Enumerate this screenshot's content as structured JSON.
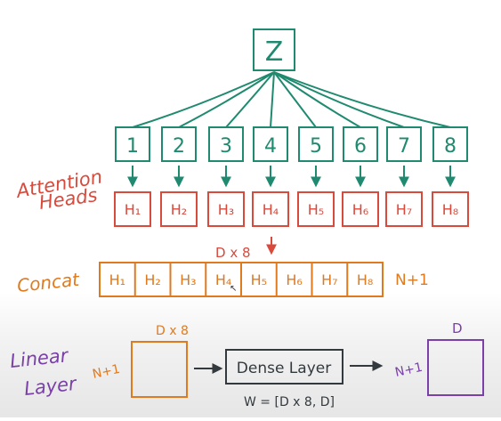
{
  "root": {
    "label": "Z"
  },
  "heads": [
    "1",
    "2",
    "3",
    "4",
    "5",
    "6",
    "7",
    "8"
  ],
  "head_outputs": [
    "H₁",
    "H₂",
    "H₃",
    "H₄",
    "H₅",
    "H₆",
    "H₇",
    "H₈"
  ],
  "labels": {
    "attention_heads_line1": "Attention",
    "attention_heads_line2": "Heads",
    "concat": "Concat",
    "linear_line1": "Linear",
    "linear_line2": "Layer"
  },
  "concat": {
    "shape_top": "D x 8",
    "side": "N+1",
    "cells": [
      "H₁",
      "H₂",
      "H₃",
      "H₄",
      "H₅",
      "H₆",
      "H₇",
      "H₈"
    ]
  },
  "linear": {
    "input_top": "D x 8",
    "input_side": "N+1",
    "dense_label": "Dense Layer",
    "weight_label": "W = [D x 8, D]",
    "output_top": "D",
    "output_side": "N+1"
  },
  "colors": {
    "green": "#1f8a70",
    "red": "#d84a3c",
    "orange": "#e07a1f",
    "purple": "#7a3fa8",
    "dark": "#333a3d"
  }
}
